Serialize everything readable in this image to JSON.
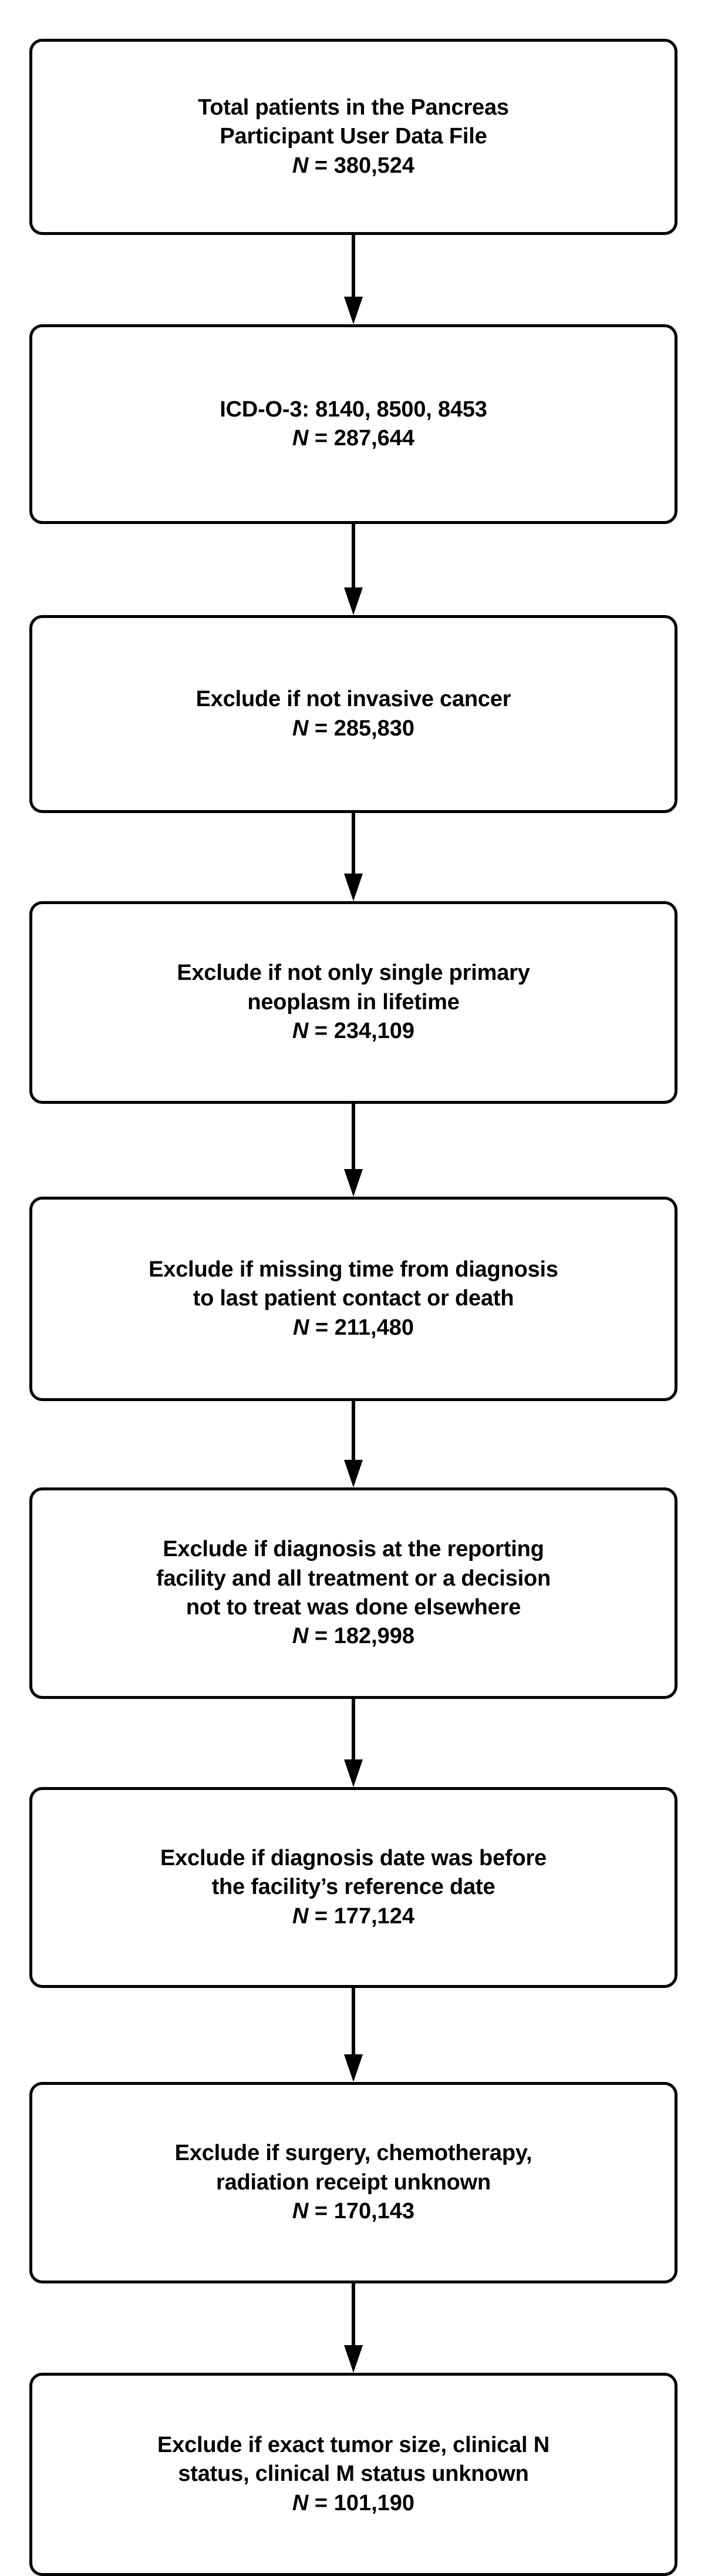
{
  "figure": {
    "type": "flowchart",
    "orientation": "vertical",
    "title": "Pancreas Participant User Data File cohort selection",
    "box_stroke_color": "#000000",
    "box_fill_color": "#ffffff",
    "arrow_color": "#000000",
    "background_color": "#ffffff",
    "count_prefix": "N",
    "count_separator": " = "
  },
  "nodes": [
    {
      "id": "total-patients",
      "lines": [
        "Total patients in the Pancreas",
        "Participant User Data File"
      ],
      "n_symbol": "N",
      "n_equals": " = ",
      "n_value": "380,524",
      "count_text": "N = 380,524"
    },
    {
      "id": "icd-o-3-codes",
      "lines": [
        "ICD-O-3: 8140, 8500, 8453"
      ],
      "n_symbol": "N",
      "n_equals": " = ",
      "n_value": "287,644",
      "count_text": "N = 287,644"
    },
    {
      "id": "exclude-not-invasive-cancer",
      "lines": [
        "Exclude if not invasive cancer"
      ],
      "n_symbol": "N",
      "n_equals": " = ",
      "n_value": "285,830",
      "count_text": "N = 285,830"
    },
    {
      "id": "exclude-not-single-primary-neoplasm",
      "lines": [
        "Exclude if not only single primary",
        "neoplasm in lifetime"
      ],
      "n_symbol": "N",
      "n_equals": " = ",
      "n_value": "234,109",
      "count_text": "N = 234,109"
    },
    {
      "id": "exclude-missing-time-to-contact-or-death",
      "lines": [
        "Exclude if missing time from diagnosis",
        "to last patient contact or death"
      ],
      "n_symbol": "N",
      "n_equals": " = ",
      "n_value": "211,480",
      "count_text": "N = 211,480"
    },
    {
      "id": "exclude-treatment-done-elsewhere",
      "lines": [
        "Exclude if diagnosis at the reporting",
        "facility and all treatment or a decision",
        "not to treat was done elsewhere"
      ],
      "n_symbol": "N",
      "n_equals": " = ",
      "n_value": "182,998",
      "count_text": "N = 182,998"
    },
    {
      "id": "exclude-diagnosis-before-reference-date",
      "lines": [
        "Exclude if diagnosis date was before",
        "the facility’s reference date"
      ],
      "n_symbol": "N",
      "n_equals": " = ",
      "n_value": "177,124",
      "count_text": "N = 177,124"
    },
    {
      "id": "exclude-treatment-receipt-unknown",
      "lines": [
        "Exclude if surgery, chemotherapy,",
        "radiation receipt unknown"
      ],
      "n_symbol": "N",
      "n_equals": " = ",
      "n_value": "170,143",
      "count_text": "N = 170,143"
    },
    {
      "id": "exclude-staging-unknown",
      "lines": [
        "Exclude if exact tumor size, clinical N",
        "status, clinical M status unknown"
      ],
      "n_symbol": "N",
      "n_equals": " = ",
      "n_value": "101,190",
      "count_text": "N = 101,190"
    }
  ],
  "connectors": [
    {
      "id": "arrow-1",
      "from": "total-patients",
      "to": "icd-o-3-codes"
    },
    {
      "id": "arrow-2",
      "from": "icd-o-3-codes",
      "to": "exclude-not-invasive-cancer"
    },
    {
      "id": "arrow-3",
      "from": "exclude-not-invasive-cancer",
      "to": "exclude-not-single-primary-neoplasm"
    },
    {
      "id": "arrow-4",
      "from": "exclude-not-single-primary-neoplasm",
      "to": "exclude-missing-time-to-contact-or-death"
    },
    {
      "id": "arrow-5",
      "from": "exclude-missing-time-to-contact-or-death",
      "to": "exclude-treatment-done-elsewhere"
    },
    {
      "id": "arrow-6",
      "from": "exclude-treatment-done-elsewhere",
      "to": "exclude-diagnosis-before-reference-date"
    },
    {
      "id": "arrow-7",
      "from": "exclude-diagnosis-before-reference-date",
      "to": "exclude-treatment-receipt-unknown"
    },
    {
      "id": "arrow-8",
      "from": "exclude-treatment-receipt-unknown",
      "to": "exclude-staging-unknown"
    }
  ]
}
